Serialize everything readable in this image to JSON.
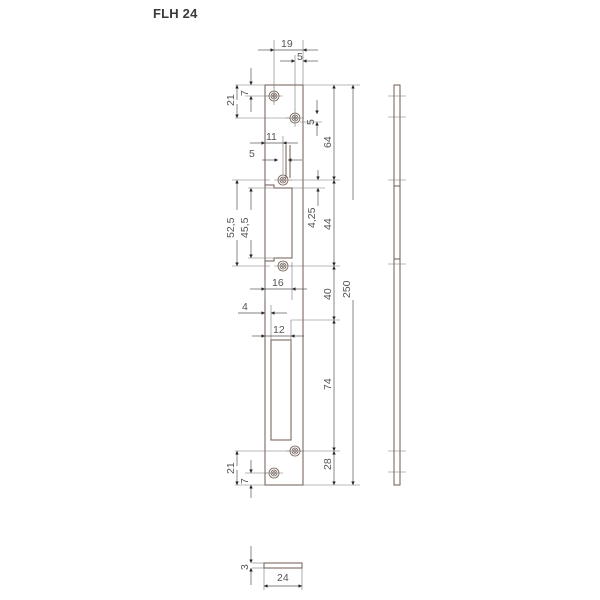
{
  "title": "FLH 24",
  "dimensions": {
    "top_width_19": "19",
    "top_offset_5": "5",
    "hole_offset_7_top": "7",
    "hole_spacing_21_top": "21",
    "hole_offset_5_small": "5",
    "dist_64": "64",
    "slot_11": "11",
    "slot_5": "5",
    "opening_52_5": "52,5",
    "opening_45_5": "45,5",
    "depth_4_25": "4,25",
    "dist_44": "44",
    "dist_40": "40",
    "total_250": "250",
    "width_16": "16",
    "offset_4": "4",
    "width_12": "12",
    "dist_74": "74",
    "dist_28": "28",
    "hole_spacing_21_bottom": "21",
    "hole_offset_7_bottom": "7",
    "thickness_3": "3",
    "plate_width_24": "24"
  }
}
